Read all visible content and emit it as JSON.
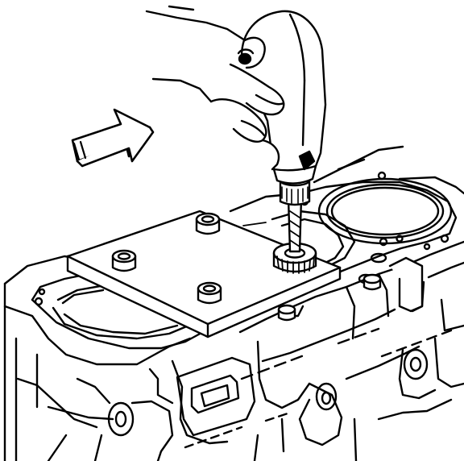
{
  "figure": {
    "background": "#ffffff",
    "ink": "#000000",
    "components": [
      {
        "key": "direction_arrow",
        "icon": "arrow-right-icon"
      },
      {
        "key": "hand",
        "icon": "hand-icon"
      },
      {
        "key": "drill",
        "icon": "drill-icon"
      },
      {
        "key": "drill_bit",
        "icon": "drill-bit-icon"
      },
      {
        "key": "plate",
        "icon": "plate-icon"
      },
      {
        "key": "plate_bolts",
        "icon": "bolt-icon",
        "count": 3
      },
      {
        "key": "guide_bushing",
        "icon": "bushing-icon"
      },
      {
        "key": "cylinder_bores",
        "icon": "cylinder-bore-icon",
        "count": 3
      },
      {
        "key": "head_gasket",
        "icon": "gasket-icon"
      },
      {
        "key": "engine_block",
        "icon": "engine-block-icon"
      }
    ]
  }
}
